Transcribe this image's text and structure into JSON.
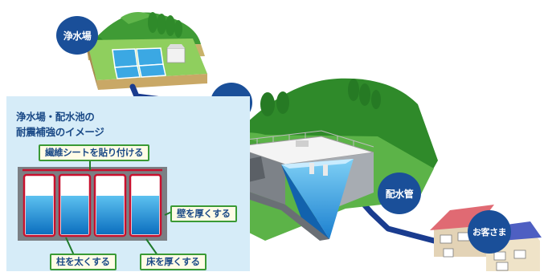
{
  "labels": {
    "water_plant": "浄水場",
    "reservoir": "配水池",
    "pipe": "配水管",
    "customer": "お客さま"
  },
  "panel": {
    "title_line1": "浄水場・配水池の",
    "title_line2": "耐震補強のイメージ",
    "tag_fiber": "繊維シートを貼り付ける",
    "tag_wall": "壁を厚くする",
    "tag_column": "柱を太くする",
    "tag_floor": "床を厚くする"
  },
  "colors": {
    "badge": "#1a4f99",
    "pipe": "#1a3c8f",
    "panel_bg": "#d6ecf8",
    "tag_border": "#3a9a35",
    "water": "#1e8fd6",
    "grass": "#4caf3c",
    "forest": "#2f8a2a"
  }
}
